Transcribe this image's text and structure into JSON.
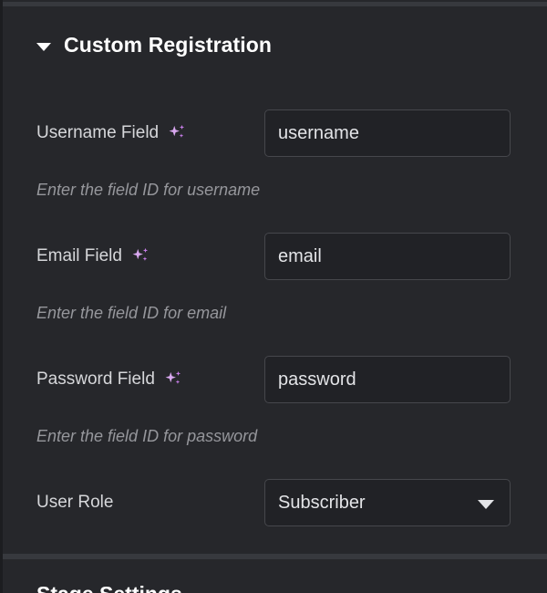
{
  "panel": {
    "background_color": "#26272b",
    "accent_color": "#d9a8f0"
  },
  "section": {
    "title": "Custom Registration",
    "collapse_icon": "caret-down-icon",
    "expanded": true
  },
  "fields": [
    {
      "label": "Username Field",
      "icon": "ai-sparkle-icon",
      "has_icon": true,
      "type": "text",
      "value": "username",
      "placeholder": "username",
      "helper": "Enter the field ID for username"
    },
    {
      "label": "Email Field",
      "icon": "ai-sparkle-icon",
      "has_icon": true,
      "type": "text",
      "value": "email",
      "placeholder": "email",
      "helper": "Enter the field ID for email"
    },
    {
      "label": "Password Field",
      "icon": "ai-sparkle-icon",
      "has_icon": true,
      "type": "text",
      "value": "password",
      "placeholder": "password",
      "helper": "Enter the field ID for password"
    },
    {
      "label": "User Role",
      "has_icon": false,
      "type": "select",
      "value": "Subscriber",
      "dropdown_icon": "chevron-down-icon",
      "helper": ""
    }
  ],
  "next_section": {
    "title": "Stage Settings"
  }
}
